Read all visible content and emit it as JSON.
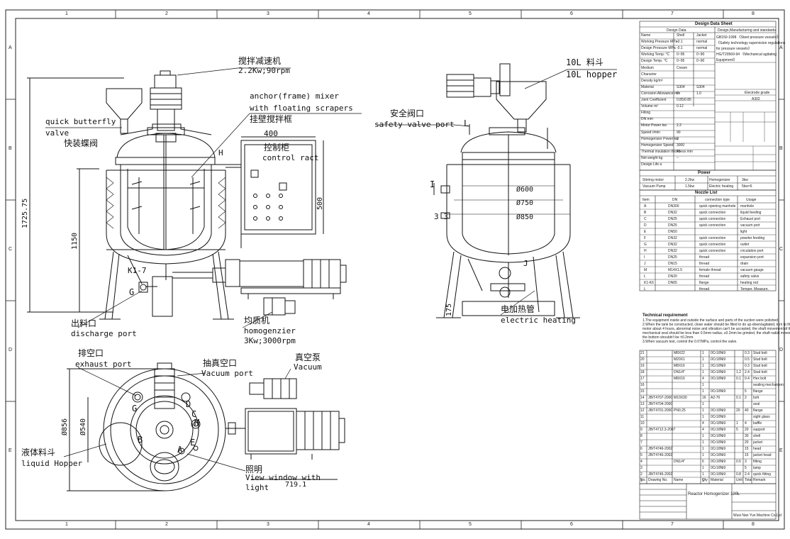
{
  "border": {
    "top_numbers": [
      "1",
      "2",
      "3",
      "4",
      "5",
      "6",
      "7",
      "8"
    ],
    "side_letters": [
      "A",
      "B",
      "C",
      "D",
      "E"
    ]
  },
  "labels": {
    "stirring_reducer_cn": "搅拌减速机",
    "stirring_reducer_spec": "2.2Kw;90rpm",
    "anchor_mixer_en1": "anchor(frame) mixer",
    "anchor_mixer_en2": "with floating scrapers",
    "anchor_mixer_cn": "挂壁搅拌框",
    "quick_valve_en1": "quick butterfly",
    "quick_valve_en2": "valve",
    "quick_valve_cn": "快装蝶阀",
    "control_cn": "控制柜",
    "control_en": "control ract",
    "control_width": "400",
    "control_height": "500",
    "discharge_cn": "出料口",
    "discharge_en": "discharge port",
    "homog_cn": "均质机",
    "homog_en": "homogenzier",
    "homog_spec": "3Kw;3000rpm",
    "hopper_en1": "10L 料斗",
    "hopper_en2": "10L hopper",
    "safety_cn": "安全阀口",
    "safety_en": "safety valve port",
    "heating_cn": "电加热管",
    "heating_en": "electric heating",
    "exhaust_cn": "排空口",
    "exhaust_en": "exhaust port",
    "vacuum_port_cn": "抽真空口",
    "vacuum_port_en": "Vacuum port",
    "vacuum_pump_cn": "真空泵",
    "vacuum_pump_en": "Vacuum",
    "liquid_cn": "液体料斗",
    "liquid_en": "liquid Hopper",
    "light_cn": "照明",
    "light_en1": "View window with",
    "light_en2": "light",
    "dim_height_total": "1725.75",
    "dim_height_body": "1150",
    "dim_d600": "Ø600",
    "dim_d750": "Ø750",
    "dim_d850": "Ø850",
    "dim_175": "175",
    "dim_d856": "Ø856",
    "dim_d540": "Ø540",
    "dim_719": "719.1",
    "letter_H": "H",
    "letter_L": "L",
    "letter_I": "I",
    "letter_K": "K1-7",
    "letter_G": "G",
    "letter_J": "J",
    "letter_33": "3 3",
    "plan_letters": [
      "G",
      "B",
      "A",
      "M",
      "E",
      "D",
      "C"
    ]
  },
  "design_sheet": {
    "title": "Design Data Sheet",
    "header_left": "Design Data",
    "header_right": "Design,Manufacturing and standards",
    "rows": [
      [
        "Name",
        "Shell",
        "Jacket"
      ],
      [
        "Working Pressure  MPa",
        "-0.1",
        "normal"
      ],
      [
        "Design Pressure  MPa",
        "-0.1",
        "normal"
      ],
      [
        "Working Temp.  °C",
        "0~95",
        "0~90"
      ],
      [
        "Design Temp.  °C",
        "0~95",
        "0~90"
      ],
      [
        "Medium",
        "Cream",
        ""
      ],
      [
        "Character",
        "",
        ""
      ],
      [
        "Density  kg/m³",
        "",
        ""
      ],
      [
        "Material",
        "S304",
        "S304"
      ],
      [
        "Corrosion Allowance  mm",
        "0",
        "1.0"
      ],
      [
        "Joint Coefficient",
        "0.85/0.85",
        ""
      ],
      [
        "Volume  m³",
        "0.12",
        ""
      ],
      [
        "Filling",
        "",
        ""
      ],
      [
        "DN  mm",
        "",
        ""
      ],
      [
        "Motor Power  kw",
        "2.2",
        ""
      ],
      [
        "Speed  r/min",
        "90",
        ""
      ],
      [
        "Homogenizer Power  kw",
        "3",
        ""
      ],
      [
        "Homogenizer Speed",
        "3000",
        ""
      ],
      [
        "Thermal insulation thickness  mm",
        "45",
        ""
      ],
      [
        "Net weight  kg",
        "~",
        ""
      ],
      [
        "Design Life  a",
        "",
        ""
      ]
    ],
    "standards": [
      "GB150-1998 《Steel pressure vessels》",
      "《Safety technology supervision regulations",
      "for pressure vessels》",
      "HG/T20569-94 《Mechanical agitating",
      "Equipment》"
    ],
    "electrode_grade": "Electrode grade",
    "electrode_value": "A302"
  },
  "power": {
    "title": "Power",
    "stirring_label": "Stirring motor",
    "stirring_value": "2.2kw",
    "homog_label": "Homogenizer",
    "homog_value": "3kw",
    "vacuum_label": "Vacuum Pump",
    "vacuum_value": "1.5kw",
    "heating_label": "Electric heating",
    "heating_value": "5kw×6"
  },
  "nozzle": {
    "title": "Nozzle List",
    "headers": [
      "Item",
      "DN",
      "connection type",
      "Usage"
    ],
    "rows": [
      [
        "A",
        "DN300",
        "quick opening manhole",
        "manhole"
      ],
      [
        "B",
        "DN32",
        "quick connection",
        "liquid feeding"
      ],
      [
        "C",
        "DN25",
        "quick connection",
        "Exhaust port"
      ],
      [
        "D",
        "DN25",
        "quick connection",
        "vacuum port"
      ],
      [
        "E",
        "DN50",
        "",
        "light"
      ],
      [
        "F",
        "DN32",
        "quick connection",
        "powder feeding"
      ],
      [
        "G",
        "DN32",
        "quick connection",
        "outlet"
      ],
      [
        "H",
        "DN32",
        "quick connection",
        "circulation port"
      ],
      [
        "I",
        "DN25",
        "thread",
        "expansion port"
      ],
      [
        "J",
        "DN15",
        "thread",
        "drain"
      ],
      [
        "M",
        "M14X1.5",
        "female thread",
        "vacuum gauge"
      ],
      [
        "L",
        "DN20",
        "thread",
        "safety valve"
      ],
      [
        "K1-K6",
        "DN65",
        "flange",
        "heating rod"
      ],
      [
        "L",
        "",
        "thread",
        "Temper. Measure."
      ]
    ]
  },
  "tech_req": {
    "title": "Technical requirement",
    "lines": [
      "1.The equipment inside and outside the surface and parts of the suction were polished.",
      "2.When the tank be constructed, clean water should be filled to do up-down/agitated, turn to the",
      "motor about 4 hours, abnormal noise and vibration can't be accepted, the shaft movement of the",
      "mechanical seal should be less than 0.5mm radius, ≤0.2mm be grinded, the shaft radial movement at",
      "the bottom shouldn't be ±0.2mm.",
      "3.When vacuum test, control the 0.07MPa, control the valve."
    ]
  },
  "parts": {
    "rows": [
      [
        "21",
        "",
        "M8X22",
        "1",
        "0Cr18Ni9",
        "",
        "0.3",
        "Stud bolt"
      ],
      [
        "20",
        "",
        "M20X1",
        "1",
        "0Cr18Ni9",
        "",
        "0.5",
        "Stud bolt"
      ],
      [
        "19",
        "",
        "M8X16",
        "1",
        "0Cr18Ni9",
        "",
        "0.3",
        "Stud bolt"
      ],
      [
        "18",
        "",
        "DN1/4\"",
        "1",
        "0Cr18Ni9",
        "1.2",
        "2.4",
        "Stud bolt"
      ],
      [
        "17",
        "",
        "M8X16",
        "4",
        "0Cr18Ni9",
        "0.1",
        "0.4",
        "Hex bolt"
      ],
      [
        "16",
        "",
        "",
        "1",
        "",
        "",
        "",
        "sealing mechanism"
      ],
      [
        "15",
        "",
        "",
        "1",
        "0Cr18Ni9",
        "",
        "5",
        "flange"
      ],
      [
        "14",
        "JB/T4707-2000",
        "M10X30",
        "16",
        "A2-70",
        "0.1",
        "2",
        "bolt"
      ],
      [
        "13",
        "JB/T4704-2000",
        "",
        "1",
        "",
        "",
        "",
        "seal"
      ],
      [
        "12",
        "JB/T4701-2000",
        "PN0.25",
        "1",
        "0Cr18Ni9",
        "20",
        "40",
        "flange"
      ],
      [
        "11",
        "",
        "",
        "1",
        "0Cr18Ni9",
        "",
        "",
        "sight glass"
      ],
      [
        "10",
        "",
        "",
        "4",
        "0Cr18Ni9",
        "1",
        "4",
        "baffle"
      ],
      [
        "9",
        "JB/T4712.3-2007",
        "",
        "4",
        "0Cr18Ni9",
        "5",
        "20",
        "support"
      ],
      [
        "8",
        "",
        "",
        "1",
        "0Cr18Ni9",
        "",
        "30",
        "shell"
      ],
      [
        "7",
        "",
        "",
        "1",
        "0Cr18Ni9",
        "",
        "20",
        "jacket"
      ],
      [
        "6",
        "JB/T4746-2002",
        "",
        "1",
        "0Cr18Ni9",
        "",
        "15",
        "head"
      ],
      [
        "5",
        "JB/T4746-2002",
        "",
        "1",
        "0Cr18Ni9",
        "",
        "15",
        "jacket head"
      ],
      [
        "4",
        "",
        "DN1/4\"",
        "6",
        "0Cr18Ni9",
        "0.5",
        "3",
        "fitting"
      ],
      [
        "3",
        "",
        "",
        "1",
        "0Cr18Ni9",
        "",
        "5",
        "lamp"
      ],
      [
        "2",
        "JB/T4746-2002",
        "",
        "1",
        "0Cr18Ni9",
        "0.8",
        "2.4",
        "quick fitting"
      ],
      [
        "1",
        "",
        "",
        "1",
        "",
        "",
        "",
        ""
      ]
    ],
    "footer": [
      "No.",
      "Drawing No.",
      "Name",
      "Qty",
      "Material",
      "Unit",
      "Total",
      "Remark"
    ]
  },
  "title_block": {
    "name": "Reactor Homogenizer 120L",
    "company": "Wuxi Nan Yun Machine Co.Ltd"
  }
}
